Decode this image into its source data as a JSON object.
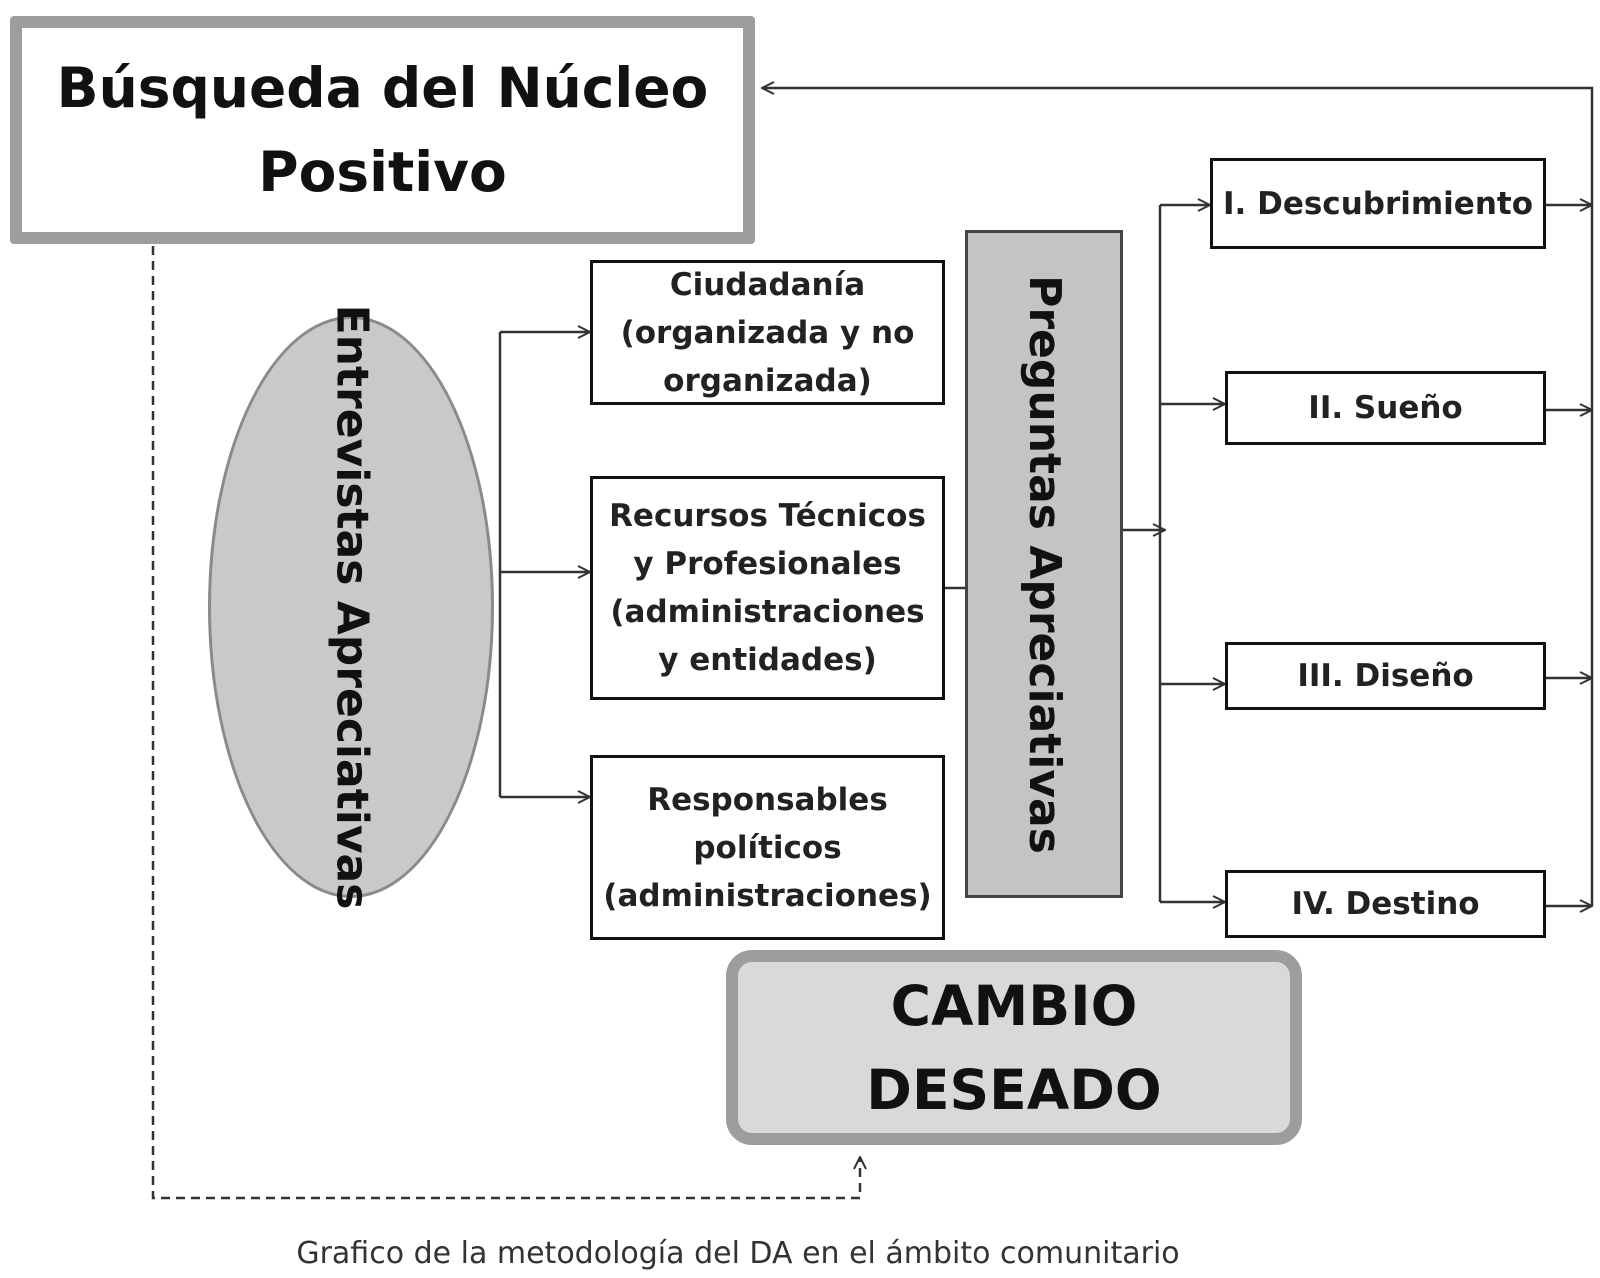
{
  "diagram": {
    "title": "Búsqueda del Núcleo\nPositivo",
    "ellipse_label": "Entrevistas\nApreciativas",
    "groups": [
      "Ciudadanía\n(organizada y no\norganizada)",
      "Recursos Técnicos\ny Profesionales\n(administraciones\ny entidades)",
      "Responsables\npolíticos\n(administraciones)"
    ],
    "questions_label": "Preguntas Apreciativas",
    "stages": [
      "I. Descubrimiento",
      "II. Sueño",
      "III. Diseño",
      "IV. Destino"
    ],
    "outcome": "CAMBIO\nDESEADO",
    "caption": "Grafico de la metodología del DA en el ámbito comunitario"
  },
  "colors": {
    "box_border": "#9d9d9d",
    "ellipse_fill": "#c9c9c9",
    "bar_fill": "#c4c4c4",
    "outcome_fill": "#d9d9d9",
    "line": "#333333"
  }
}
